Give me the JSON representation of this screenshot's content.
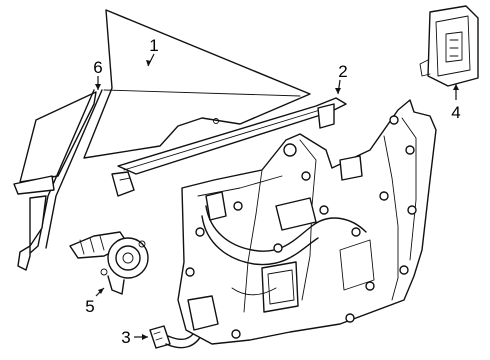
{
  "figure": {
    "type": "exploded parts diagram",
    "callouts": [
      {
        "id": "1",
        "part": "door-glass"
      },
      {
        "id": "2",
        "part": "glass-run-channel"
      },
      {
        "id": "3",
        "part": "wiring-harness"
      },
      {
        "id": "4",
        "part": "control-module"
      },
      {
        "id": "5",
        "part": "window-motor"
      },
      {
        "id": "6",
        "part": "quarter-glass"
      }
    ]
  }
}
